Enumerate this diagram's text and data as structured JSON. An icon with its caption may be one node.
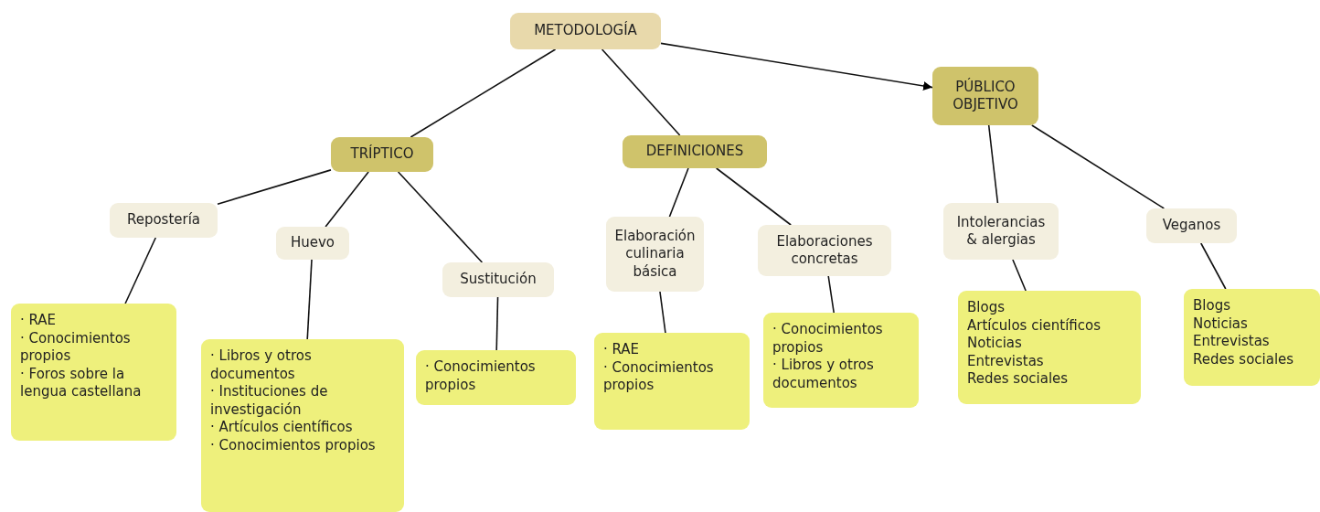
{
  "diagram": {
    "nodes": [
      {
        "text": [
          "METODOLOGÍA"
        ]
      },
      {
        "text": [
          "TRÍPTICO"
        ]
      },
      {
        "text": [
          "DEFINICIONES"
        ]
      },
      {
        "text": [
          "PÚBLICO OBJETIVO"
        ]
      },
      {
        "text": [
          "Repostería"
        ]
      },
      {
        "text": [
          "Huevo"
        ]
      },
      {
        "text": [
          "Sustitución"
        ]
      },
      {
        "text": [
          "Elaboración culinaria básica"
        ]
      },
      {
        "text": [
          "Elaboraciones concretas"
        ]
      },
      {
        "text": [
          "Intolerancias & alergias"
        ]
      },
      {
        "text": [
          "Veganos"
        ]
      },
      {
        "text": [
          "· RAE",
          "· Conocimientos propios",
          "· Foros sobre la lengua castellana"
        ]
      },
      {
        "text": [
          "· Libros y otros documentos",
          "· Instituciones de investigación",
          "· Artículos científicos",
          "· Conocimientos propios"
        ]
      },
      {
        "text": [
          "· Conocimientos propios"
        ]
      },
      {
        "text": [
          "· RAE",
          "· Conocimientos propios"
        ]
      },
      {
        "text": [
          "· Conocimientos propios",
          "· Libros y otros documentos"
        ]
      },
      {
        "text": [
          "Blogs",
          "Artículos científicos",
          "Noticias",
          "Entrevistas",
          "Redes sociales"
        ]
      },
      {
        "text": [
          "Blogs",
          "Noticias",
          "Entrevistas",
          "Redes sociales"
        ]
      }
    ],
    "edges": [
      {
        "from": 0,
        "to": 1,
        "arrow": "none"
      },
      {
        "from": 0,
        "to": 2,
        "arrow": "none"
      },
      {
        "from": 0,
        "to": 3,
        "arrow": "to"
      },
      {
        "from": 1,
        "to": 4,
        "arrow": "none"
      },
      {
        "from": 1,
        "to": 5,
        "arrow": "none"
      },
      {
        "from": 1,
        "to": 6,
        "arrow": "none"
      },
      {
        "from": 2,
        "to": 7,
        "arrow": "none"
      },
      {
        "from": 2,
        "to": 8,
        "arrow": "none"
      },
      {
        "from": 3,
        "to": 9,
        "arrow": "none"
      },
      {
        "from": 3,
        "to": 10,
        "arrow": "none"
      },
      {
        "from": 4,
        "to": 11,
        "arrow": "none"
      },
      {
        "from": 5,
        "to": 12,
        "arrow": "none"
      },
      {
        "from": 6,
        "to": 13,
        "arrow": "none"
      },
      {
        "from": 7,
        "to": 14,
        "arrow": "none"
      },
      {
        "from": 8,
        "to": 15,
        "arrow": "none"
      },
      {
        "from": 9,
        "to": 16,
        "arrow": "none"
      },
      {
        "from": 10,
        "to": 17,
        "arrow": "none"
      }
    ]
  }
}
